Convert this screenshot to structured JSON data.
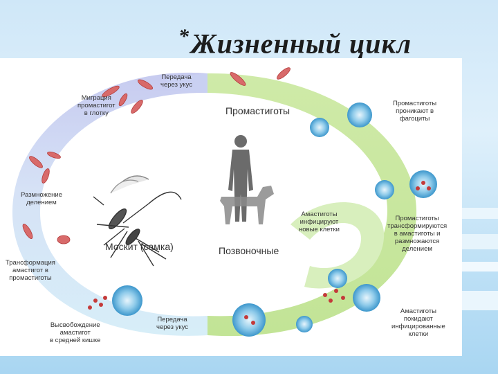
{
  "slide": {
    "title_bullet": "*",
    "title": "Жизненный цикл"
  },
  "diagram": {
    "mosquito_title": "Москит (самка)",
    "vertebrate_title": "Позвоночные",
    "promastigotes_title": "Промастиготы",
    "labels": {
      "bite_top": "Передача\nчерез укус",
      "migration": "Миграция\nпромастигот\nв глотку",
      "division": "Размножение\nделением",
      "transform_mosquito": "Трансформация\nамастигот в\nпромастиготы",
      "release": "Высвобождение\nамастигот\nв средней кишке",
      "bite_bottom": "Передача\nчерез укус",
      "penetrate": "Промастиготы\nпроникают в\nфагоциты",
      "transform_host": "Промастиготы\nтрансформируются\nв амастиготы и\nразмножаются\nделением",
      "infect": "Амастиготы\nинфицируют\nновые клетки",
      "leave": "Амастиготы\nпокидают\nинфицированные\nклетки"
    }
  },
  "colors": {
    "mosquito_arc": "#c9cdf0",
    "mosquito_arc_light": "#dfeef9",
    "host_arc": "#d2ecb0",
    "host_arc_dark": "#b9e08c",
    "cell": "#4fa8d8",
    "parasite": "#c43a3a"
  },
  "icons": [
    "mosquito-icon",
    "human-silhouette-icon",
    "dog-silhouette-icon"
  ]
}
